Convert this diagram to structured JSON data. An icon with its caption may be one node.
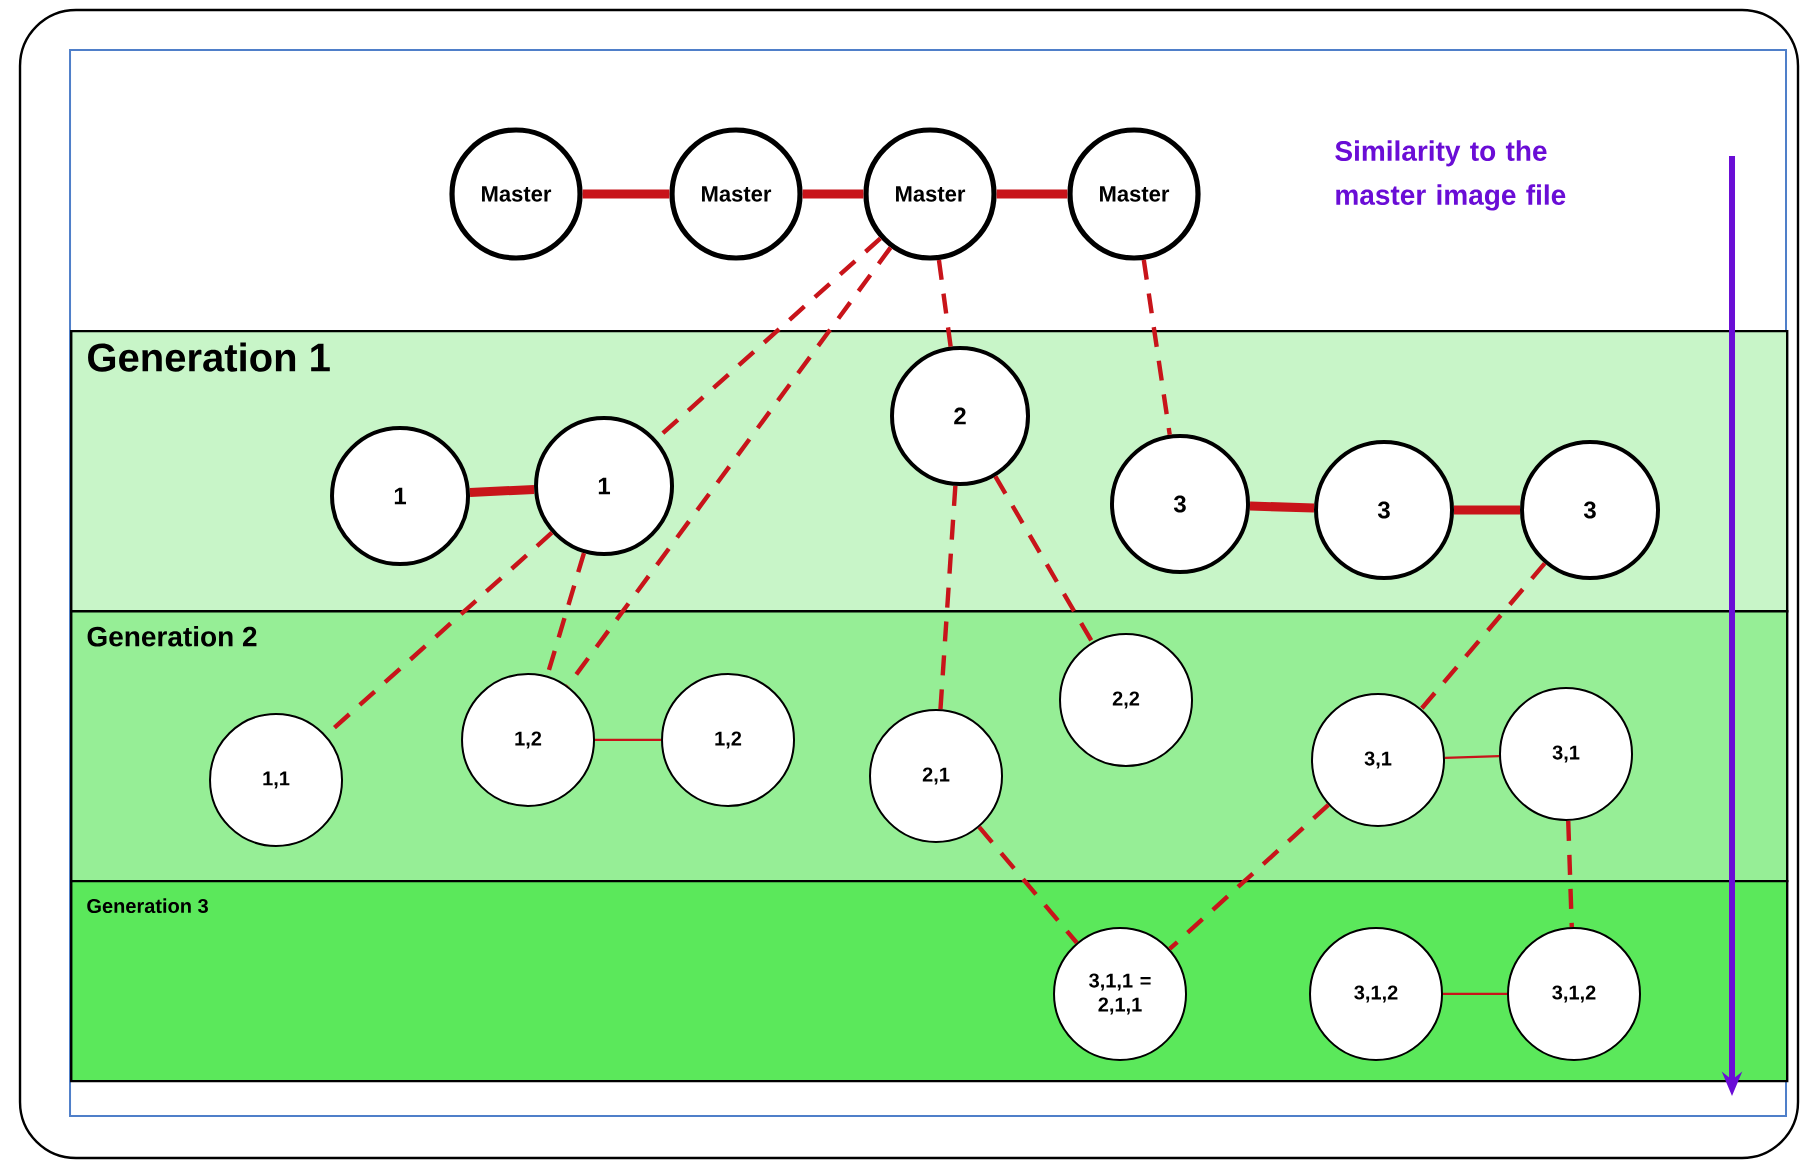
{
  "diagram": {
    "nodes": [
      {
        "text": [
          "Generation 1"
        ]
      },
      {
        "text": [
          "Generation 2"
        ]
      },
      {
        "text": [
          "Generation 3"
        ]
      },
      {
        "text": [
          "Master"
        ]
      },
      {
        "text": [
          "Master"
        ]
      },
      {
        "text": [
          "Master"
        ]
      },
      {
        "text": [
          "Master"
        ]
      },
      {
        "text": [
          "1"
        ],
        "in": 0
      },
      {
        "text": [
          "1"
        ],
        "in": 0
      },
      {
        "text": [
          "2"
        ],
        "in": 0
      },
      {
        "text": [
          "3"
        ],
        "in": 0
      },
      {
        "text": [
          "3"
        ],
        "in": 0
      },
      {
        "text": [
          "3"
        ],
        "in": 0
      },
      {
        "text": [
          "1,1"
        ],
        "in": 1
      },
      {
        "text": [
          "1,2"
        ],
        "in": 1
      },
      {
        "text": [
          "1,2"
        ],
        "in": 1
      },
      {
        "text": [
          "2,1"
        ],
        "in": 1
      },
      {
        "text": [
          "2,2"
        ],
        "in": 1
      },
      {
        "text": [
          "3,1"
        ],
        "in": 1
      },
      {
        "text": [
          "3,1"
        ],
        "in": 1
      },
      {
        "text": [
          "3,1,1 = 2,1,1"
        ],
        "in": 2
      },
      {
        "text": [
          "3,1,2"
        ],
        "in": 2
      },
      {
        "text": [
          "3,1,2"
        ],
        "in": 2
      }
    ],
    "edges": [
      {
        "from": 3,
        "to": 4,
        "arrow": "none",
        "style": "thick"
      },
      {
        "from": 4,
        "to": 5,
        "arrow": "none",
        "style": "thick"
      },
      {
        "from": 5,
        "to": 6,
        "arrow": "none",
        "style": "thick"
      },
      {
        "from": 5,
        "to": 8,
        "arrow": "none",
        "style": "dashed"
      },
      {
        "from": 5,
        "to": 14,
        "arrow": "none",
        "style": "dashed"
      },
      {
        "from": 5,
        "to": 9,
        "arrow": "none",
        "style": "dashed"
      },
      {
        "from": 6,
        "to": 10,
        "arrow": "none",
        "style": "dashed"
      },
      {
        "from": 7,
        "to": 8,
        "arrow": "none",
        "style": "thick"
      },
      {
        "from": 10,
        "to": 11,
        "arrow": "none",
        "style": "thick"
      },
      {
        "from": 11,
        "to": 12,
        "arrow": "none",
        "style": "thick"
      },
      {
        "from": 8,
        "to": 13,
        "arrow": "none",
        "style": "dashed"
      },
      {
        "from": 8,
        "to": 14,
        "arrow": "none",
        "style": "dashed"
      },
      {
        "from": 14,
        "to": 15,
        "arrow": "none"
      },
      {
        "from": 9,
        "to": 16,
        "arrow": "none",
        "style": "dashed"
      },
      {
        "from": 9,
        "to": 17,
        "arrow": "none",
        "style": "dashed"
      },
      {
        "from": 12,
        "to": 18,
        "arrow": "none",
        "style": "dashed"
      },
      {
        "from": 18,
        "to": 19,
        "arrow": "none"
      },
      {
        "from": 19,
        "to": 22,
        "arrow": "none",
        "style": "dashed"
      },
      {
        "from": 16,
        "to": 20,
        "arrow": "none",
        "style": "dashed"
      },
      {
        "from": 18,
        "to": 20,
        "arrow": "none",
        "style": "dashed"
      },
      {
        "from": 21,
        "to": 22,
        "arrow": "none"
      }
    ],
    "labels": [
      "Similarity to the master image file"
    ]
  }
}
